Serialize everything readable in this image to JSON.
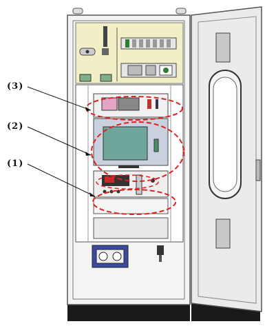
{
  "callouts": [
    {
      "id": "3",
      "label": "(3)"
    },
    {
      "id": "2",
      "label": "(2)"
    },
    {
      "id": "1",
      "label": "(1)"
    }
  ],
  "colors": {
    "highlight_dashed": "#e0201c",
    "cabinet_interior": "#f2efc6",
    "screen": "#6fa59a",
    "door": "#ebebeb"
  },
  "icons": [
    "hinge-icon",
    "door-handle-icon",
    "terminal-block-icon",
    "pump-icon"
  ]
}
